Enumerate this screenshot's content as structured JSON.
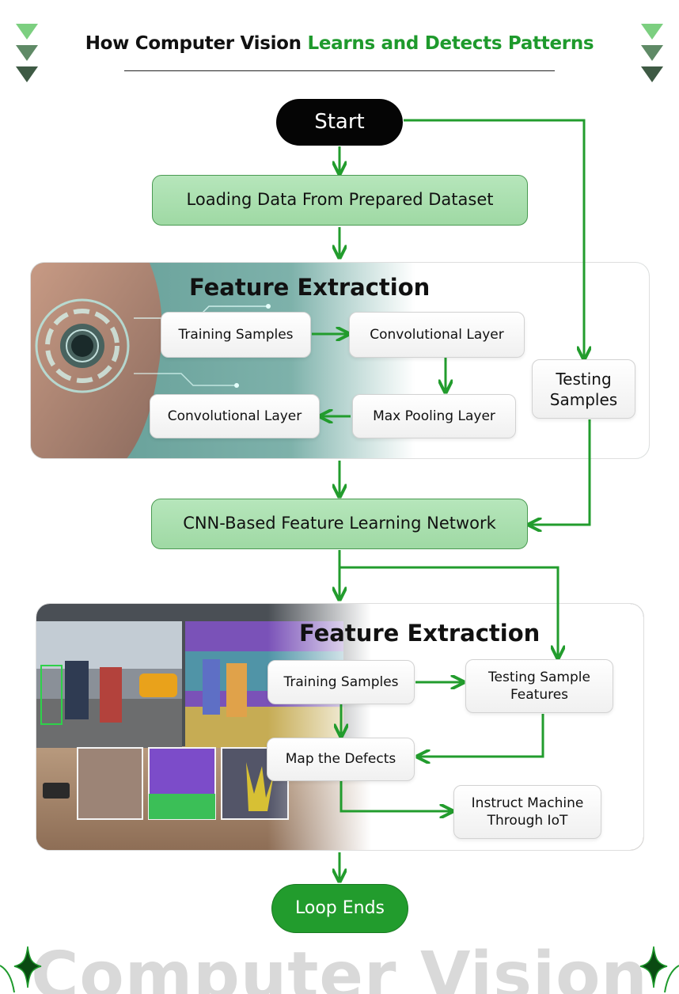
{
  "header": {
    "title_plain": "How Computer Vision ",
    "title_accent": "Learns and Detects Patterns"
  },
  "colors": {
    "accent_green": "#1e9a2c",
    "arrow_green": "#229c2d",
    "box_green": "#a9dfae",
    "start_black": "#050505"
  },
  "flow": {
    "start": "Start",
    "load": "Loading Data From Prepared Dataset",
    "cnn": "CNN-Based Feature Learning Network",
    "end": "Loop Ends"
  },
  "panel1": {
    "title": "Feature Extraction",
    "training": "Training Samples",
    "conv_top": "Convolutional Layer",
    "maxpool": "Max Pooling Layer",
    "conv_bottom": "Convolutional Layer",
    "testing": "Testing Samples"
  },
  "panel2": {
    "title": "Feature Extraction",
    "training": "Training Samples",
    "testing_features": "Testing Sample Features",
    "map": "Map the Defects",
    "instruct": "Instruct Machine Through IoT"
  },
  "footer": {
    "watermark": "Computer Vision"
  },
  "icons": [
    "triangle-icon",
    "sparkle-icon",
    "eye-scan-image",
    "street-detection-image"
  ]
}
